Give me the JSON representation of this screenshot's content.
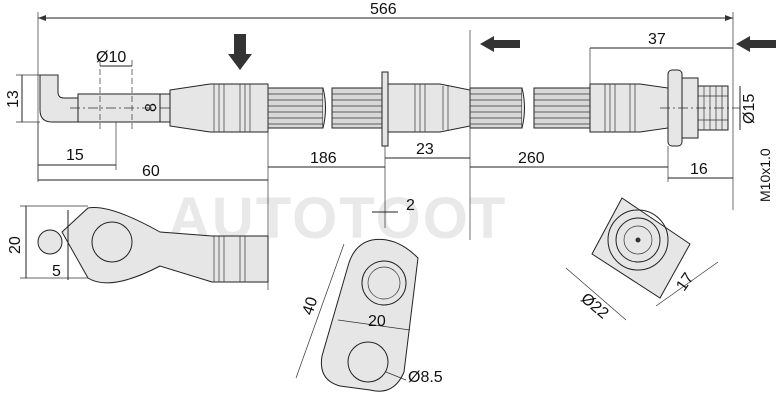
{
  "watermark": "AUTOTOOT",
  "dimensions": {
    "overall_length": "566",
    "eye_diameter": "Ø10",
    "eye_height": "13",
    "nipple_width": "8",
    "eye_offset": "15",
    "first_segment": "60",
    "segment_186": "186",
    "bracket_width": "23",
    "segment_260": "260",
    "end_length": "37",
    "thread_diameter": "Ø15",
    "hex_length": "16",
    "thread_spec": "M10x1.0",
    "bracket_thickness": "2",
    "eye_top_width": "20",
    "eye_lip": "5",
    "bracket_height": "40",
    "bracket_hole_spacing": "20",
    "hole_diameter": "Ø8.5",
    "nut_diameter": "Ø22",
    "nut_across_flats": "17"
  }
}
